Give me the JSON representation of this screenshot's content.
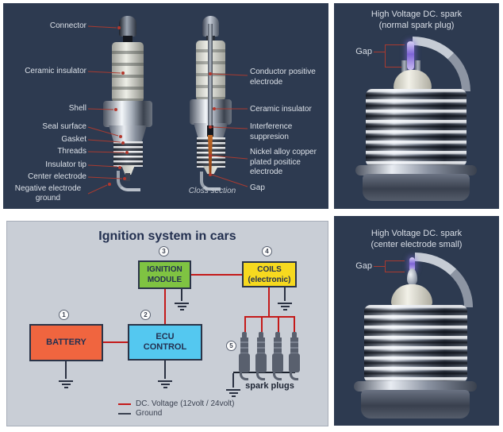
{
  "colors": {
    "panel_dark": "#2d3a50",
    "panel_gray": "#c9ced6",
    "leader_red": "#a93a30",
    "wire_red": "#c41a1a",
    "ground_dark": "#2a3142",
    "battery_orange": "#f0653f",
    "ecu_cyan": "#54c8f0",
    "module_green": "#7fc342",
    "coils_yellow": "#f6d91f",
    "spark_purple": "#7e64d6"
  },
  "anatomy": {
    "left_labels": [
      {
        "text": "Connector"
      },
      {
        "text": "Ceramic insulator"
      },
      {
        "text": "Shell"
      },
      {
        "text": "Seal surface"
      },
      {
        "text": "Gasket"
      },
      {
        "text": "Threads"
      },
      {
        "text": "Insulator tip"
      },
      {
        "text": "Center electrode"
      },
      {
        "text": "Negative electrode ground"
      }
    ],
    "right_labels": [
      {
        "text": "Conductor positive electrode"
      },
      {
        "text": "Ceramic insulator"
      },
      {
        "text": "Interference suppresion"
      },
      {
        "text": "Nickel alloy copper plated positice electrode"
      },
      {
        "text": "Gap"
      }
    ],
    "caption": "Closs section"
  },
  "spark_normal": {
    "title_line1": "High Voltage DC. spark",
    "title_line2": "(normal spark plug)",
    "gap_label": "Gap"
  },
  "spark_small": {
    "title_line1": "High Voltage DC. spark",
    "title_line2": "(center electrode small)",
    "gap_label": "Gap"
  },
  "ignition": {
    "title": "Ignition system in cars",
    "blocks": {
      "battery": {
        "num": "1",
        "lines": [
          "BATTERY"
        ]
      },
      "ecu": {
        "num": "2",
        "lines": [
          "ECU",
          "CONTROL"
        ]
      },
      "module": {
        "num": "3",
        "lines": [
          "IGNITION",
          "MODULE"
        ]
      },
      "coils": {
        "num": "4",
        "lines": [
          "COILS",
          "(electronic)"
        ]
      },
      "plugs": {
        "num": "5",
        "label": "spark plugs"
      }
    },
    "legend": [
      {
        "label": "DC. Voltage (12volt / 24volt)"
      },
      {
        "label": "Ground"
      }
    ]
  }
}
